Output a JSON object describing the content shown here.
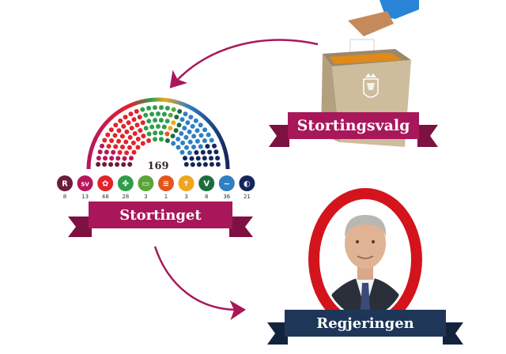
{
  "labels": {
    "election": "Stortingsvalg",
    "parliament": "Stortinget",
    "government": "Regjeringen"
  },
  "parliament": {
    "total_seats": "169",
    "parties": [
      {
        "id": "rodt",
        "seats": "8",
        "color": "#6b1d3a",
        "glyph": "R"
      },
      {
        "id": "sv",
        "seats": "13",
        "color": "#b8165c",
        "glyph": "SV"
      },
      {
        "id": "ap",
        "seats": "48",
        "color": "#e2232a",
        "glyph": "✿"
      },
      {
        "id": "sp",
        "seats": "28",
        "color": "#2f9e4a",
        "glyph": "✤"
      },
      {
        "id": "mdg",
        "seats": "3",
        "color": "#5aa53a",
        "glyph": "▭"
      },
      {
        "id": "pf",
        "seats": "1",
        "color": "#e2561c",
        "glyph": "≡"
      },
      {
        "id": "krf",
        "seats": "3",
        "color": "#f2a51c",
        "glyph": "✝"
      },
      {
        "id": "v",
        "seats": "8",
        "color": "#1b6e3c",
        "glyph": "V"
      },
      {
        "id": "h",
        "seats": "36",
        "color": "#2f7fc4",
        "glyph": "~"
      },
      {
        "id": "frp",
        "seats": "21",
        "color": "#14265a",
        "glyph": "◐"
      }
    ]
  },
  "colors": {
    "ribbon_magenta": "#a8175a",
    "ribbon_navy": "#1e3657",
    "arrow": "#a8175a",
    "frame_red": "#d3141c",
    "ballot_box": "#c9b89a"
  }
}
